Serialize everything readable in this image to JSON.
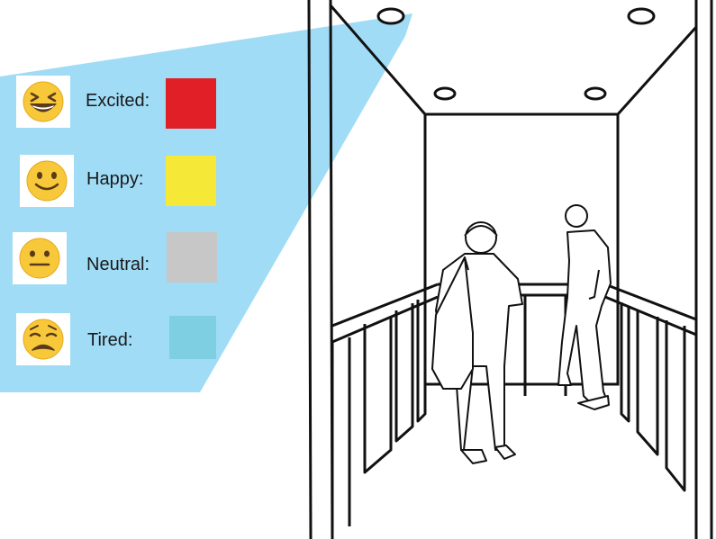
{
  "legend": {
    "items": [
      {
        "emoji": "laughing-face-icon",
        "label": "Excited:",
        "color": "#e11f27"
      },
      {
        "emoji": "smiling-face-icon",
        "label": "Happy:",
        "color": "#f5e837"
      },
      {
        "emoji": "neutral-face-icon",
        "label": "Neutral:",
        "color": "#c7c7c7"
      },
      {
        "emoji": "tired-face-icon",
        "label": "Tired:",
        "color": "#7ecfe2"
      }
    ],
    "projection_color": "#a0dcf6"
  }
}
